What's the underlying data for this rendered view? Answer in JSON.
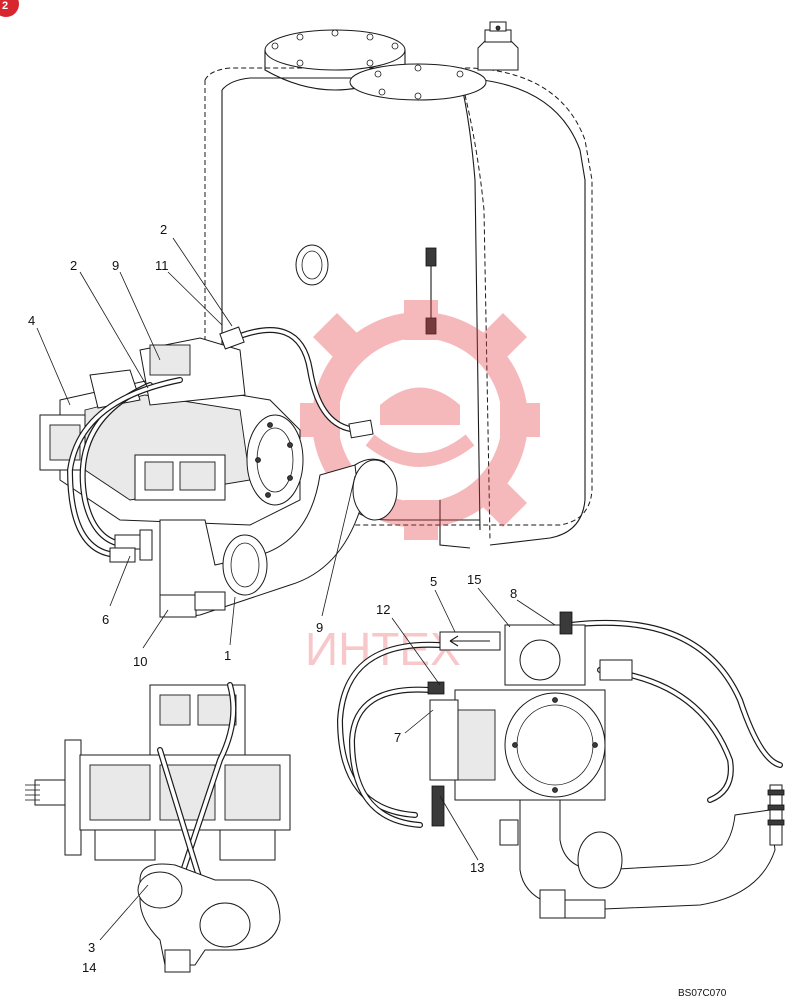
{
  "page_badge": {
    "text": "2",
    "color": "#d7262e"
  },
  "callouts": {
    "c2a": "2",
    "c2b": "2",
    "c9a": "9",
    "c11": "11",
    "c4": "4",
    "c6": "6",
    "c10": "10",
    "c1": "1",
    "c9b": "9",
    "c5": "5",
    "c15": "15",
    "c8": "8",
    "c12": "12",
    "c7": "7",
    "c13": "13",
    "c3": "3",
    "c14": "14"
  },
  "drawing_code": "BS07C070",
  "watermark": {
    "text": "ИНТЕХ",
    "color": "#e63a3f"
  }
}
